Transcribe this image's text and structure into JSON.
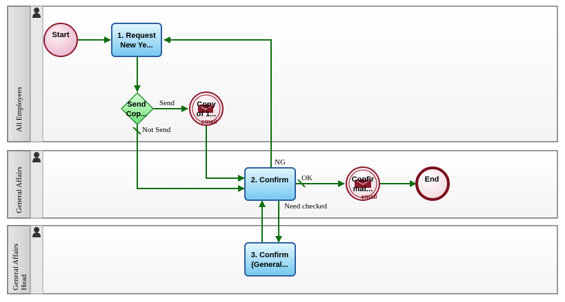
{
  "lanes": [
    {
      "label": "All Employees"
    },
    {
      "label": "General Affairs"
    },
    {
      "label": "General Affairs Head",
      "label_lines": [
        "General Affairs",
        "Head"
      ]
    }
  ],
  "nodes": {
    "start": "Start",
    "task1": [
      "1. Request",
      "New Ye..."
    ],
    "gateway": [
      "Send",
      "Cop..."
    ],
    "copy_email": [
      "Copy",
      "of 1..."
    ],
    "task2": "2. Confirm",
    "confirm_email": [
      "Confir",
      "mat..."
    ],
    "end": "End",
    "task3": [
      "3. Confirm",
      "(General..."
    ],
    "email_tag": "email"
  },
  "edges": {
    "send": "Send",
    "not_send": "Not Send",
    "ng": "NG",
    "ok": "OK",
    "need_checked": "Need checked"
  },
  "colors": {
    "flow": "#0f6e0f",
    "task_fill_top": "#dff4ff",
    "task_fill_bottom": "#7fd0f4",
    "task_stroke": "#2b5f9e",
    "event_stroke": "#8b1a2b",
    "start_fill": "#f6cfe0",
    "gateway_fill": "#9ff0a0",
    "lane_header": "#dcdcdc"
  },
  "icons": [
    "person-icon",
    "envelope-icon"
  ]
}
